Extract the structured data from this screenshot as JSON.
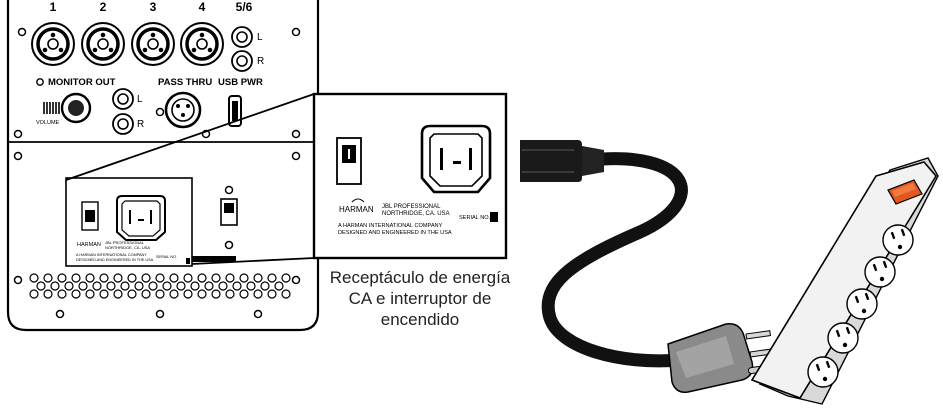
{
  "panel": {
    "inputs": [
      "1",
      "2",
      "3",
      "4",
      "5/6"
    ],
    "stereo_lr": [
      "L",
      "R"
    ],
    "monitor_out": "MONITOR OUT",
    "monitor_lr": [
      "L",
      "R"
    ],
    "volume": "VOLUME",
    "pass_thru": "PASS THRU",
    "usb_pwr": "USB PWR",
    "small_plate": {
      "brand": "HARMAN",
      "line1": "JBL PROFESSIONAL",
      "line2": "NORTHRIDGE, CA. USA",
      "line3": "A HARMAN INTERNATIONAL COMPANY",
      "line4": "DESIGNED AND ENGINEERED IN THE USA",
      "serial": "SERIAL NO."
    }
  },
  "zoom": {
    "brand": "HARMAN",
    "line1": "JBL PROFESSIONAL",
    "line2": "NORTHRIDGE, CA. USA",
    "line3": "A HARMAN INTERNATIONAL COMPANY",
    "line4": "DESIGNED AND ENGINEERED IN THE USA",
    "serial": "SERIAL NO."
  },
  "caption": {
    "line1": "Receptáculo de energía",
    "line2": "CA e interruptor de",
    "line3": "encendido"
  },
  "colors": {
    "outline": "#000000",
    "cord": "#111111",
    "plug": "#8a8a8a",
    "strip_switch": "#e2571f",
    "strip_body": "#f2f2f2"
  }
}
